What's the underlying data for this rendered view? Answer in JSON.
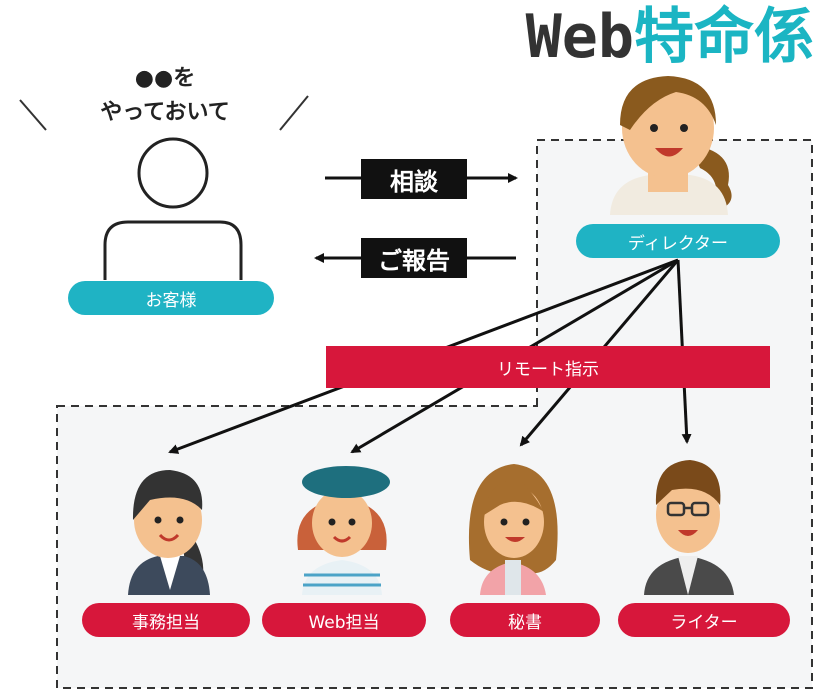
{
  "title": {
    "part1": "Web",
    "part2": "特命係"
  },
  "speech": {
    "line1": "●●を",
    "line2": "やっておいて"
  },
  "client_label": "お客様",
  "director_label": "ディレクター",
  "consult_label": "相談",
  "report_label": "ご報告",
  "remote_label": "リモート指示",
  "staff": [
    {
      "label": "事務担当",
      "icon": "office-worker-woman-icon"
    },
    {
      "label": "Web担当",
      "icon": "beret-woman-icon"
    },
    {
      "label": "秘書",
      "icon": "long-hair-woman-icon"
    },
    {
      "label": "ライター",
      "icon": "glasses-man-icon"
    }
  ],
  "colors": {
    "teal": "#1fb3c4",
    "red": "#d7173b",
    "title_teal": "#1bb5c3",
    "dark": "#111111"
  }
}
